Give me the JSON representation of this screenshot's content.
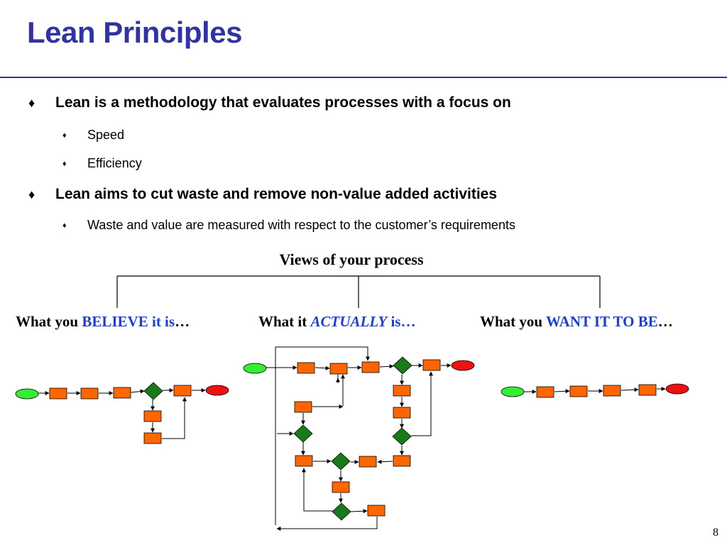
{
  "slide": {
    "title": "Lean Principles",
    "page_number": "8"
  },
  "bullets": [
    {
      "mark": "♦",
      "text": "Lean is a methodology that evaluates processes with a focus on"
    },
    {
      "mark": "♦",
      "text": "Speed"
    },
    {
      "mark": "♦",
      "text": "Efficiency"
    },
    {
      "mark": "♦",
      "text": "Lean aims to cut waste and remove non-value added activities"
    },
    {
      "mark": "♦",
      "text": "Waste and value are measured with respect to the customer’s requirements"
    }
  ],
  "diagram": {
    "title": "Views of your process",
    "views": [
      {
        "prefix": "What you ",
        "emphasis": "BELIEVE it is",
        "suffix": "…"
      },
      {
        "prefix": "What it ",
        "emphasis": "ACTUALLY",
        "suffix": " is…"
      },
      {
        "prefix": "What you ",
        "emphasis": "WANT IT TO BE",
        "suffix": "…"
      }
    ]
  },
  "colors": {
    "title": "#3333a0",
    "emphasis": "#2040c0",
    "process_box": "#ff6600",
    "decision": "#1a7a1a",
    "start": "#33ee33",
    "end": "#ee1111"
  },
  "legend_icons": {
    "start": "green-oval",
    "end": "red-oval",
    "step": "orange-box",
    "decision": "green-diamond"
  }
}
